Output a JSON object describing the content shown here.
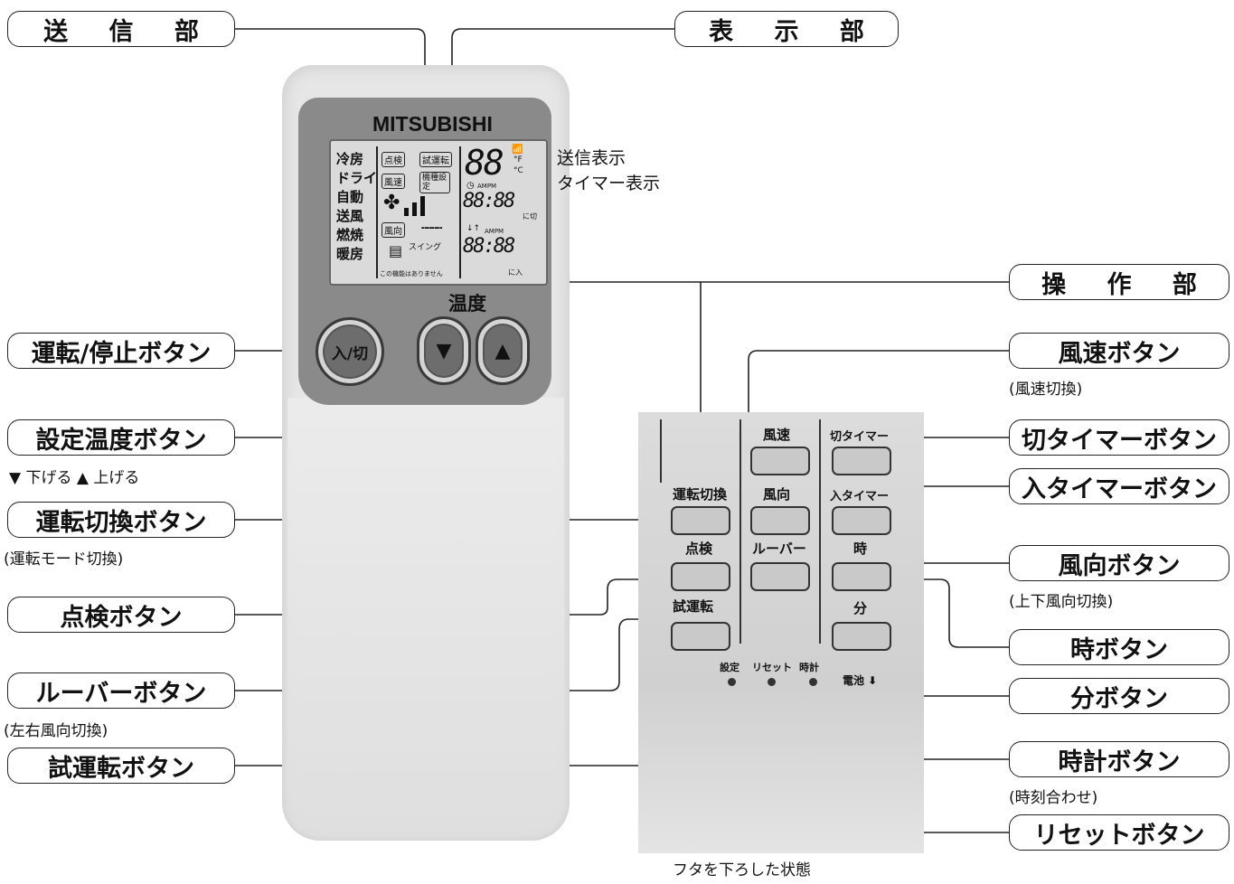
{
  "labels": {
    "transmitter": "送 信 部",
    "display": "表 示 部",
    "operation": "操 作 部",
    "run_stop": "運転/停止ボタン",
    "set_temp": "設定温度ボタン",
    "set_temp_note": "▼ 下げる ▲ 上げる",
    "mode_switch": "運転切換ボタン",
    "mode_switch_note": "(運転モード切換)",
    "check": "点検ボタン",
    "louver": "ルーバーボタン",
    "louver_note": "(左右風向切換)",
    "test_run": "試運転ボタン",
    "fan_speed": "風速ボタン",
    "fan_speed_note": "(風速切換)",
    "off_timer": "切タイマーボタン",
    "on_timer": "入タイマーボタン",
    "vane": "風向ボタン",
    "vane_note": "(上下風向切換)",
    "hour": "時ボタン",
    "minute": "分ボタン",
    "clock": "時計ボタン",
    "clock_note": "(時刻合わせ)",
    "reset": "リセットボタン"
  },
  "callouts": {
    "send_indicator": "送信表示",
    "timer_indicator": "タイマー表示"
  },
  "remote": {
    "brand": "MITSUBISHI",
    "lcd_modes": [
      "冷房",
      "ドライ",
      "自動",
      "送風",
      "燃焼",
      "暖房"
    ],
    "lcd_tags": [
      "点検",
      "試運転",
      "風速",
      "機種設定",
      "風向"
    ],
    "lcd_swing": "スイング",
    "lcd_notice": "この機能はありません",
    "lcd_temp": "88",
    "lcd_unit_f": "°F",
    "lcd_unit_c": "°C",
    "lcd_ampm": "AMPM",
    "lcd_time": "88:88",
    "lcd_off": "に切",
    "lcd_on": "に入",
    "temp_label": "温度",
    "run_button": "入/切",
    "down_glyph": "▼",
    "up_glyph": "▲"
  },
  "panel": {
    "fan_speed": "風速",
    "off_timer": "切タイマー",
    "mode": "運転切換",
    "vane": "風向",
    "on_timer": "入タイマー",
    "check": "点検",
    "louver": "ルーバー",
    "hour": "時",
    "test_run": "試運転",
    "minute": "分",
    "set": "設定",
    "reset": "リセット",
    "clock": "時計",
    "battery": "電池 ⬇",
    "caption": "フタを下ろした状態"
  }
}
